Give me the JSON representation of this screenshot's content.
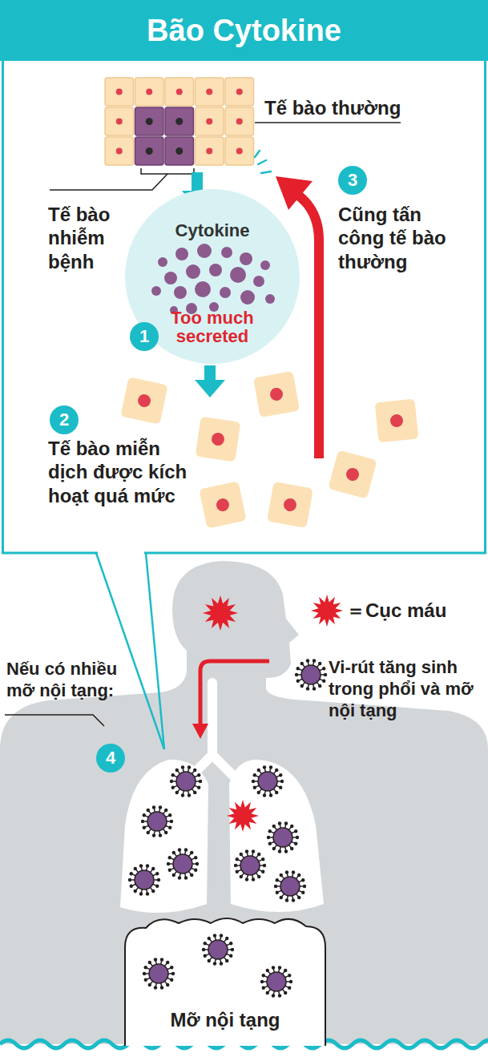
{
  "diagram": {
    "title": "Bão Cytokine",
    "nodes": [
      {
        "text": [
          "Cytokine",
          "Too much secreted"
        ]
      },
      {
        "text": [
          "Mỡ nội tạng"
        ]
      }
    ],
    "labels": [
      "Tế bào thường",
      "Tế bào nhiễm bệnh",
      "1",
      "2",
      "Tế bào miễn dịch được kích hoạt quá mức",
      "3",
      "Cũng tấn công tế bào thường",
      "Nếu có nhiều mỡ nội tạng:",
      "4"
    ],
    "legend": [
      {
        "text": "＝Cục máu"
      },
      {
        "text": "Vi-rút tăng sinh trong phổi và mỡ nội tạng"
      }
    ]
  }
}
